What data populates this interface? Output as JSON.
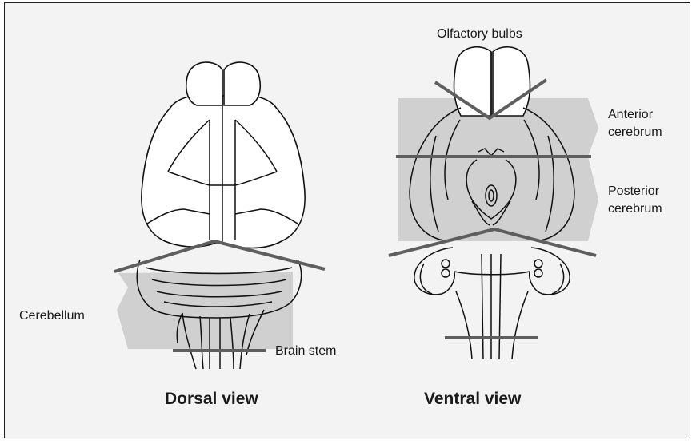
{
  "labels": {
    "olfactory_bulbs": "Olfactory bulbs",
    "anterior_line1": "Anterior",
    "anterior_line2": "cerebrum",
    "posterior_line1": "Posterior",
    "posterior_line2": "cerebrum",
    "cerebellum": "Cerebellum",
    "brain_stem": "Brain stem",
    "dorsal_view": "Dorsal view",
    "ventral_view": "Ventral view"
  },
  "colors": {
    "background": "#f3f3f3",
    "border": "#1c1c1c",
    "cut_line": "#5e5e5e",
    "region_shading": "#c9c9c9",
    "outline": "#111111"
  }
}
